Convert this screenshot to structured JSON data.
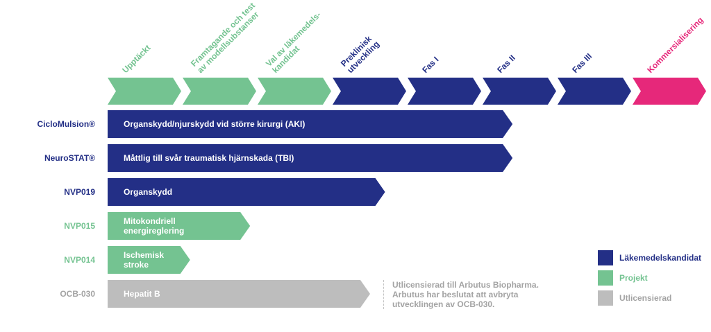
{
  "colors": {
    "candidate": "#232f86",
    "project": "#74c391",
    "licensed": "#bdbdbd",
    "commercial": "#e6287a",
    "label_licensed": "#a3a3a3"
  },
  "chart_data": {
    "type": "bar",
    "stages": [
      {
        "label": [
          "Upptäckt"
        ],
        "kind": "project"
      },
      {
        "label": [
          "Framtagande och test",
          "av modellsubstanser"
        ],
        "kind": "project"
      },
      {
        "label": [
          "Val av läkemedels-",
          "kandidat"
        ],
        "kind": "project"
      },
      {
        "label": [
          "Preklinisk",
          "utveckling"
        ],
        "kind": "candidate"
      },
      {
        "label": [
          "Fas I"
        ],
        "kind": "candidate"
      },
      {
        "label": [
          "Fas II"
        ],
        "kind": "candidate"
      },
      {
        "label": [
          "Fas III"
        ],
        "kind": "candidate"
      },
      {
        "label": [
          "Kommersialisering"
        ],
        "kind": "commercial"
      }
    ],
    "projects": [
      {
        "name": "CicloMulsion®",
        "indication": [
          "Organskydd/njurskydd vid större kirurgi (AKI)"
        ],
        "kind": "candidate",
        "progress_stages": 5.4
      },
      {
        "name": "NeuroSTAT®",
        "indication": [
          "Måttlig till svår traumatisk hjärnskada (TBI)"
        ],
        "kind": "candidate",
        "progress_stages": 5.4
      },
      {
        "name": "NVP019",
        "indication": [
          "Organskydd"
        ],
        "kind": "candidate",
        "progress_stages": 3.7
      },
      {
        "name": "NVP015",
        "indication": [
          "Mitokondriell",
          "energireglering"
        ],
        "kind": "project",
        "progress_stages": 1.9
      },
      {
        "name": "NVP014",
        "indication": [
          "Ischemisk",
          "stroke"
        ],
        "kind": "project",
        "progress_stages": 1.1
      },
      {
        "name": "OCB-030",
        "indication": [
          "Hepatit B"
        ],
        "kind": "licensed",
        "progress_stages": 3.5
      }
    ]
  },
  "legend": [
    {
      "label": "Läkemedelskandidat",
      "kind": "candidate"
    },
    {
      "label": "Projekt",
      "kind": "project"
    },
    {
      "label": "Utlicensierad",
      "kind": "licensed"
    }
  ],
  "note": [
    "Utlicensierad till Arbutus Biopharma.",
    "Arbutus har beslutat att avbryta",
    "utvecklingen av OCB-030."
  ]
}
